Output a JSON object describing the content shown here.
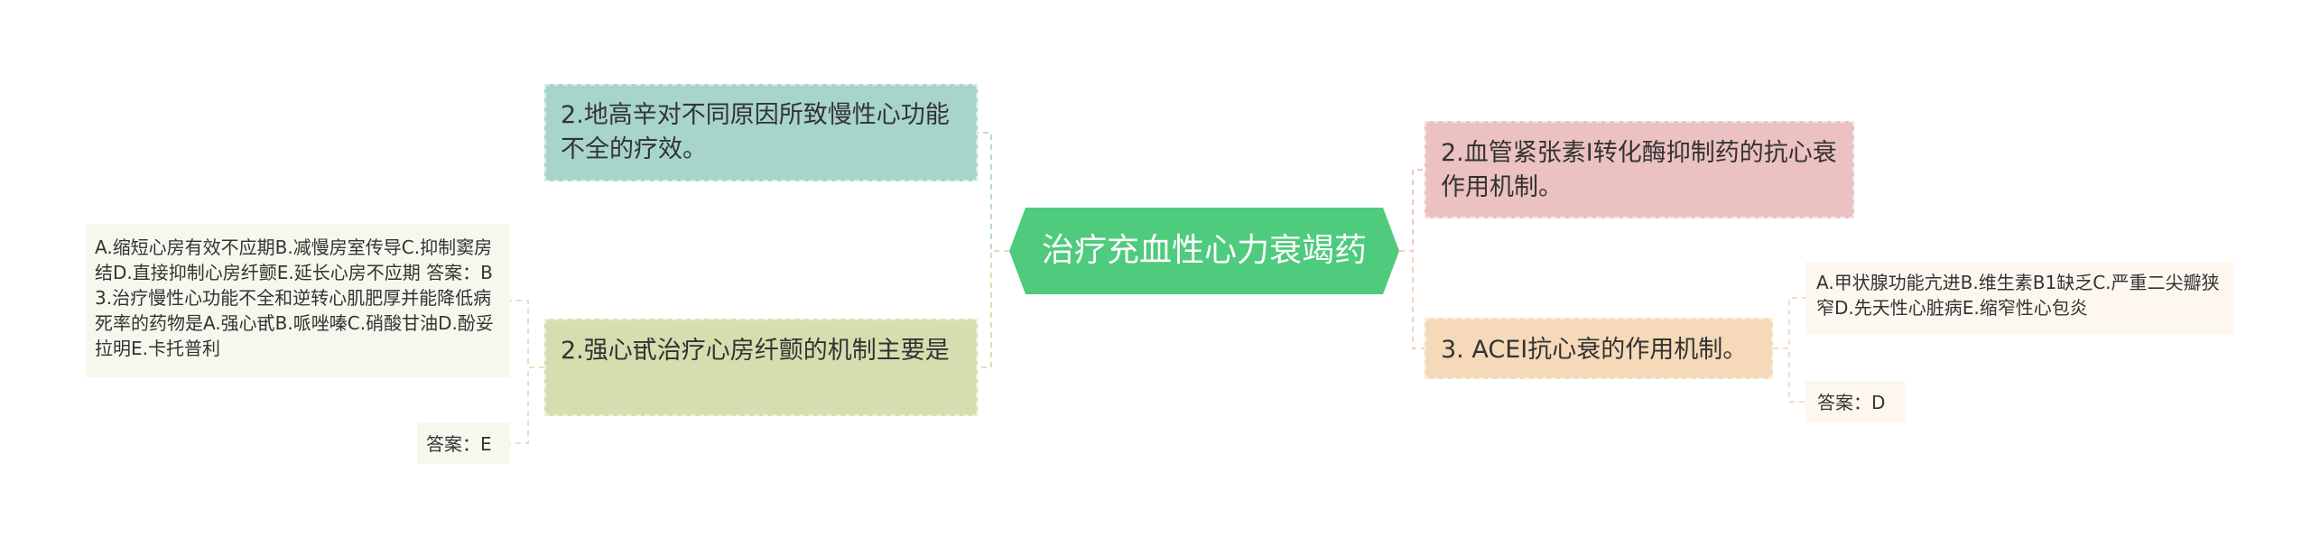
{
  "mindmap": {
    "central": "治疗充血性心力衰竭药",
    "left_branches": [
      {
        "label": "2.地高辛对不同原因所致慢性心功能不全的疗效。"
      },
      {
        "label": "2.强心甙治疗心房纤颤的机制主要是"
      }
    ],
    "left_details": {
      "options": "A.缩短心房有效不应期B.减慢房室传导C.抑制窦房结D.直接抑制心房纤颤E.延长心房不应期 答案：B 3.治疗慢性心功能不全和逆转心肌肥厚并能降低病死率的药物是A.强心甙B.哌唑嗪C.硝酸甘油D.酚妥拉明E.卡托普利",
      "answer": "答案：E"
    },
    "right_branches": [
      {
        "label": "2.血管紧张素Ⅰ转化酶抑制药的抗心衰作用机制。"
      },
      {
        "label": "3. ACEI抗心衰的作用机制。"
      }
    ],
    "right_details": {
      "options": "A.甲状腺功能亢进B.维生素B1缺乏C.严重二尖瓣狭窄D.先天性心脏病E.缩窄性心包炎",
      "answer": "答案：D"
    },
    "colors": {
      "central": "#4ecb7c",
      "digoxin": "#a8d5ca",
      "cardiac": "#d6deaf",
      "ace": "#ecc1c1",
      "acei": "#f5d9b8",
      "connector_left": "#c9deb8",
      "connector_right": "#f2c9b5"
    }
  }
}
